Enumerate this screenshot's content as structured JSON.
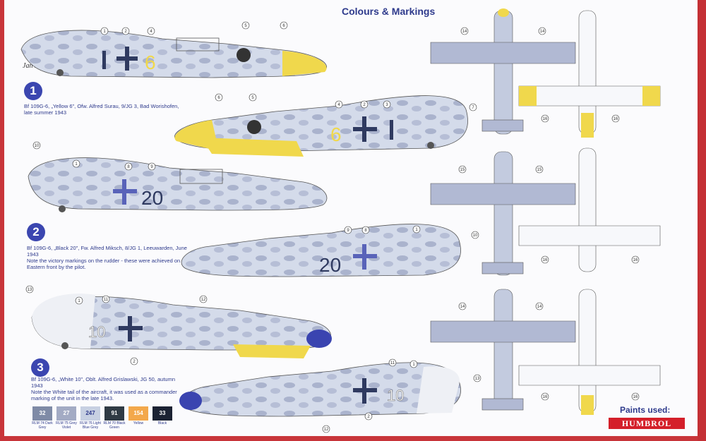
{
  "title": "Colours & Markings",
  "signature": "Jan Polc",
  "schemes": [
    {
      "num": "1",
      "caption": "Bf 109G-6, „Yellow 6\", Ofw. Alfred Surau, 9/JG 3, Bad Worishofen, late summer 1943",
      "code": "6"
    },
    {
      "num": "2",
      "caption": "Bf 109G-6, „Black 20\", Fw. Alfred Miksch, 8/JG 1, Leeuwarden, June 1943\nNote the victory markings on the rudder - these were achieved on Eastern front by the pilot.",
      "code": "20"
    },
    {
      "num": "3",
      "caption": "Bf 109G-6, „White 10\", Oblt. Alfred Grislawski, JG 50, autumn 1943\nNote the White tail of the aircraft, it was used as a commander marking of the unit in the late 1943.",
      "code": "10"
    }
  ],
  "callouts": [
    "1",
    "2",
    "3",
    "4",
    "5",
    "6",
    "7",
    "8",
    "9",
    "10",
    "11",
    "12",
    "13",
    "14",
    "15",
    "16"
  ],
  "paints": [
    {
      "code": "32",
      "name": "RLM 74 Dark Grey",
      "color": "#7f8ba6"
    },
    {
      "code": "27",
      "name": "RLM 75 Grey Violet",
      "color": "#a3abc4"
    },
    {
      "code": "247",
      "name": "RLM 76 Light Blue Grey",
      "color": "#c7d0e2"
    },
    {
      "code": "91",
      "name": "RLM 70 Black Green",
      "color": "#2f3a44"
    },
    {
      "code": "154",
      "name": "Yellow",
      "color": "#f3a84b"
    },
    {
      "code": "33",
      "name": "Black",
      "color": "#1b2233"
    }
  ],
  "paints_used": "Paints used:",
  "brand": "HUMBROL"
}
